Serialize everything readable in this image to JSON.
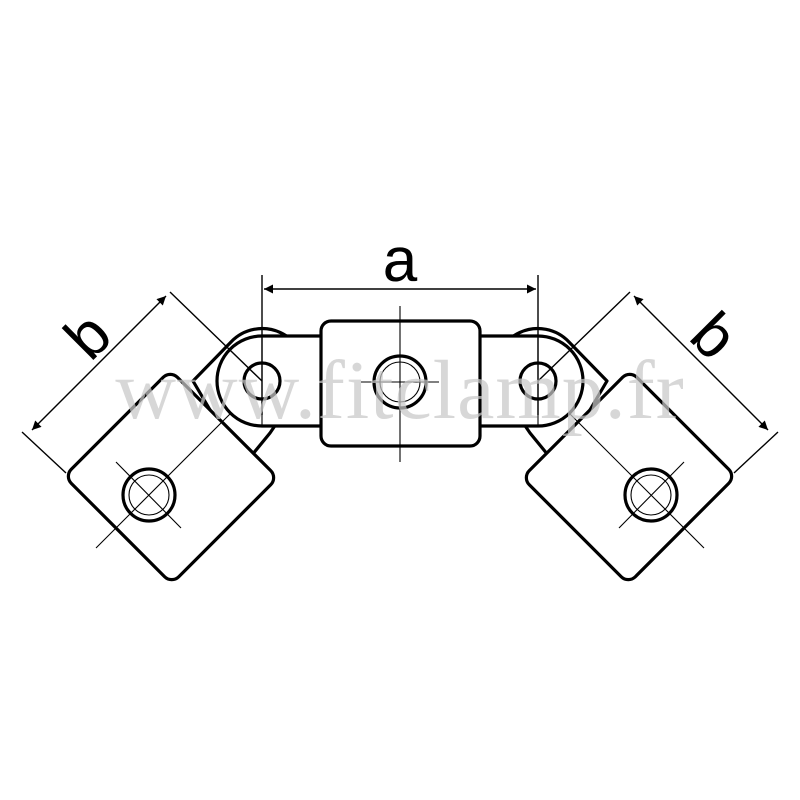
{
  "diagram": {
    "dimension_labels": {
      "center_width": "a",
      "left_side": "b",
      "right_side": "b"
    },
    "watermark": "www.fitclamp.fr"
  }
}
